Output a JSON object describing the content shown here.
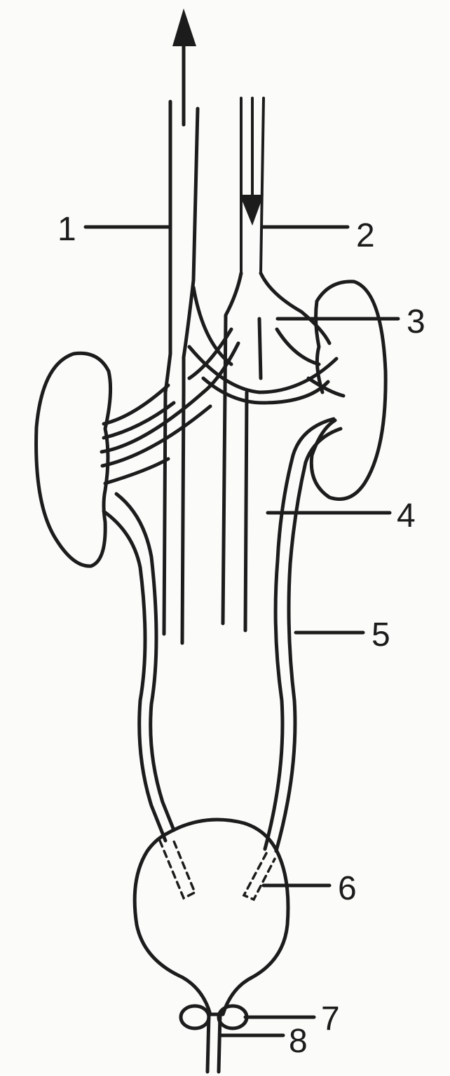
{
  "labels": [
    {
      "id": "1",
      "text": "1"
    },
    {
      "id": "2",
      "text": "2"
    },
    {
      "id": "3",
      "text": "3"
    },
    {
      "id": "4",
      "text": "4"
    },
    {
      "id": "5",
      "text": "5"
    },
    {
      "id": "6",
      "text": "6"
    },
    {
      "id": "7",
      "text": "7"
    },
    {
      "id": "8",
      "text": "8"
    }
  ],
  "colors": {
    "ink": "#1c1c1c",
    "paper": "#fbfbf9"
  }
}
